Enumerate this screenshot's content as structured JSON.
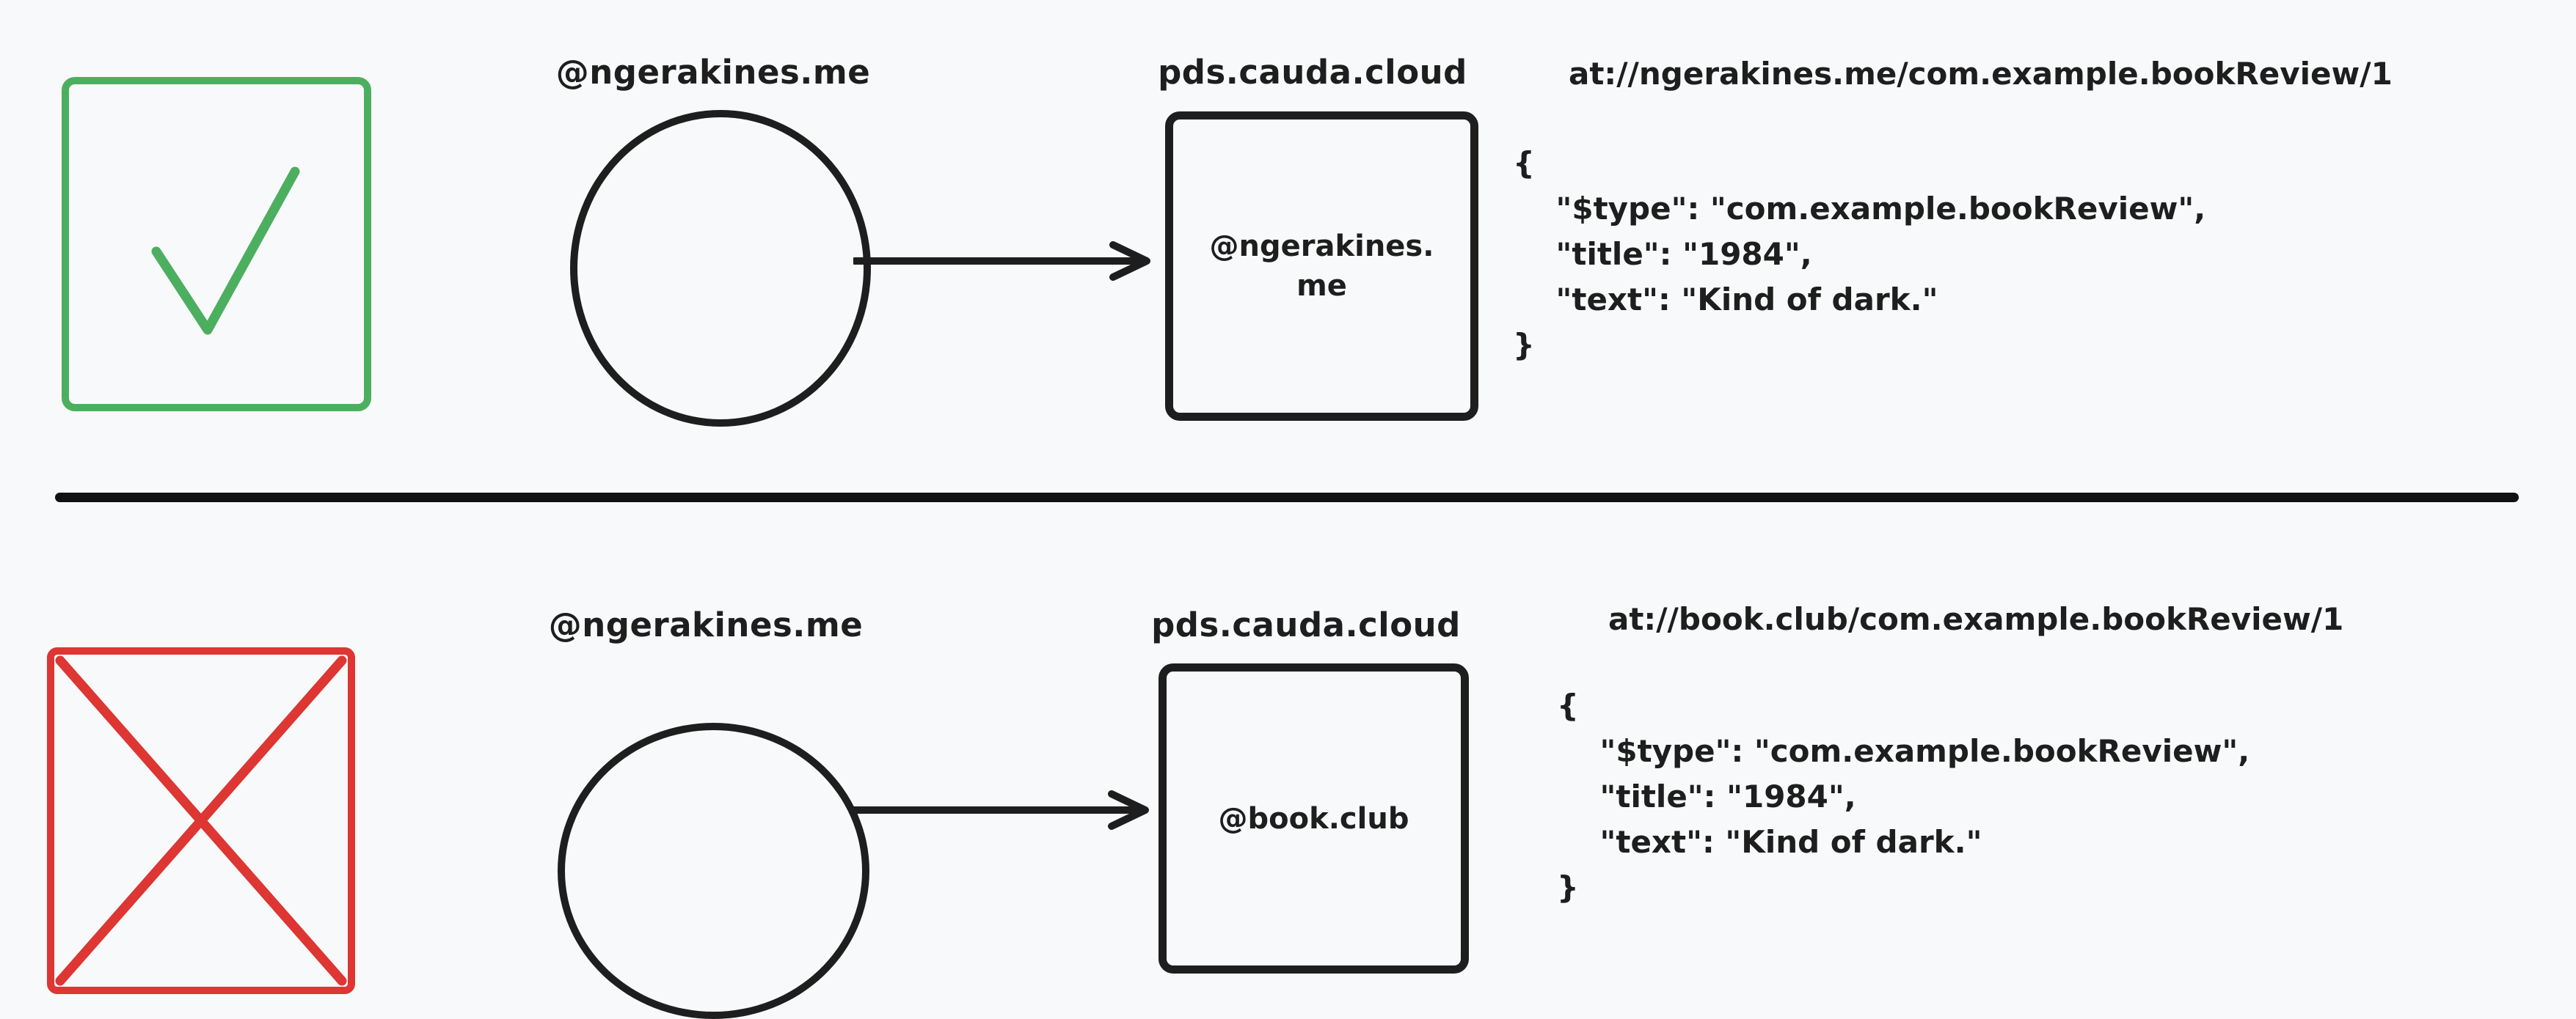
{
  "diagram": {
    "background_color": "#f8f9fa",
    "ink_color": "#1e1e1e",
    "valid_color": "#4caf5f",
    "invalid_color": "#dd3633"
  },
  "rows": [
    {
      "status": "valid",
      "status_icon": "checkmark-icon",
      "actor_label": "@ngerakines.me",
      "pds_label": "pds.cauda.cloud",
      "pds_box_text": "@ngerakines.\nme",
      "record_uri": "at://ngerakines.me/com.example.bookReview/1",
      "record_json": "{\n    \"$type\": \"com.example.bookReview\",\n    \"title\": \"1984\",\n    \"text\": \"Kind of dark.\"\n}"
    },
    {
      "status": "invalid",
      "status_icon": "x-icon",
      "actor_label": "@ngerakines.me",
      "pds_label": "pds.cauda.cloud",
      "pds_box_text": "@book.club",
      "record_uri": "at://book.club/com.example.bookReview/1",
      "record_json": "{\n    \"$type\": \"com.example.bookReview\",\n    \"title\": \"1984\",\n    \"text\": \"Kind of dark.\"\n}"
    }
  ]
}
